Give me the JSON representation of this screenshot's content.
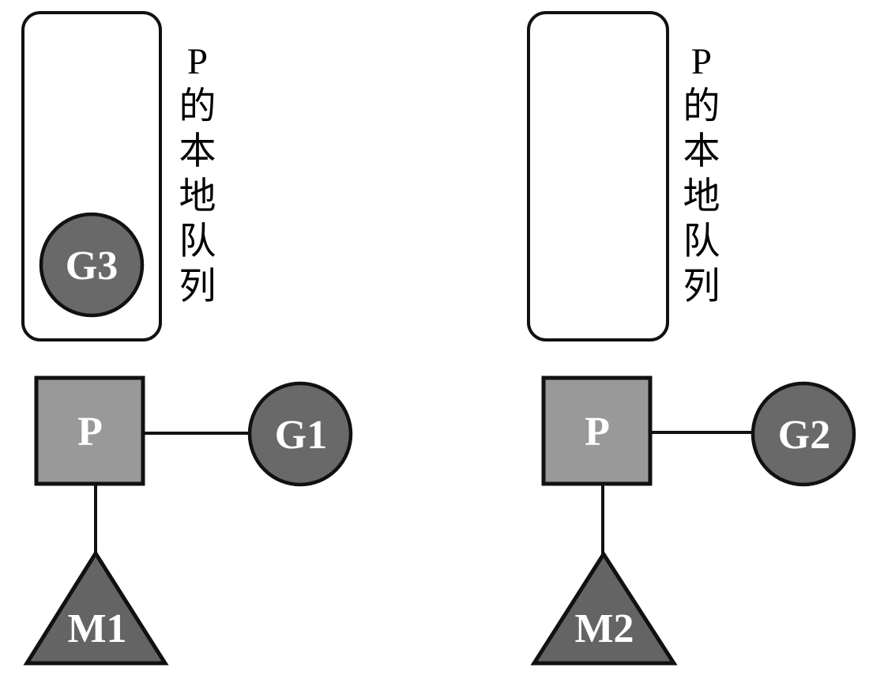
{
  "diagram": {
    "description": "GMP scheduler diagram with two processor groups",
    "groups": [
      {
        "queue_label": "P的本地队列",
        "queue_label_chars": [
          "P",
          "的",
          "本",
          "地",
          "队",
          "列"
        ],
        "queue_items": [
          {
            "label": "G3"
          }
        ],
        "processor_label": "P",
        "goroutine_label": "G1",
        "machine_label": "M1"
      },
      {
        "queue_label": "P的本地队列",
        "queue_label_chars": [
          "P",
          "的",
          "本",
          "地",
          "队",
          "列"
        ],
        "queue_items": [],
        "processor_label": "P",
        "goroutine_label": "G2",
        "machine_label": "M2"
      }
    ],
    "colors": {
      "background": "#ffffff",
      "outline": "#111111",
      "queue_box_fill": "#ffffff",
      "goroutine_fill": "#696969",
      "machine_fill": "#646464",
      "processor_fill": "#999999",
      "shape_label_text": "#ffffff",
      "queue_label_text": "#000000"
    }
  }
}
